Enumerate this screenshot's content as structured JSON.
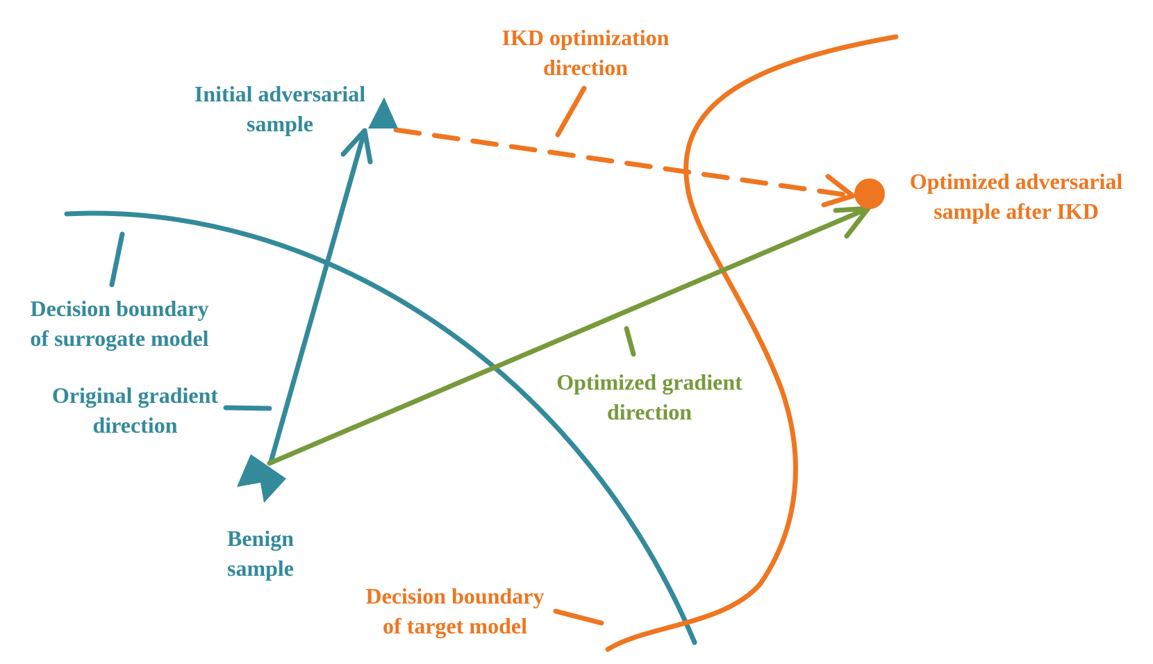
{
  "labels": {
    "initial_adversarial_sample": [
      "Initial adversarial",
      "sample"
    ],
    "ikd_optimization_direction": [
      "IKD optimization",
      "direction"
    ],
    "optimized_adversarial_sample": [
      "Optimized adversarial",
      "sample after IKD"
    ],
    "surrogate_boundary": [
      "Decision boundary",
      "of surrogate model"
    ],
    "original_gradient_direction": [
      "Original gradient",
      "direction"
    ],
    "optimized_gradient_direction": [
      "Optimized gradient",
      "direction"
    ],
    "benign_sample": [
      "Benign",
      "sample"
    ],
    "target_boundary": [
      "Decision boundary",
      "of target model"
    ]
  },
  "colors": {
    "surrogate": "#338a9b",
    "target": "#ef7620",
    "optimized_gradient": "#779a3b"
  },
  "markers": {
    "benign_sample": "diamond",
    "initial_adversarial_sample": "triangle",
    "optimized_adversarial_sample": "circle"
  }
}
